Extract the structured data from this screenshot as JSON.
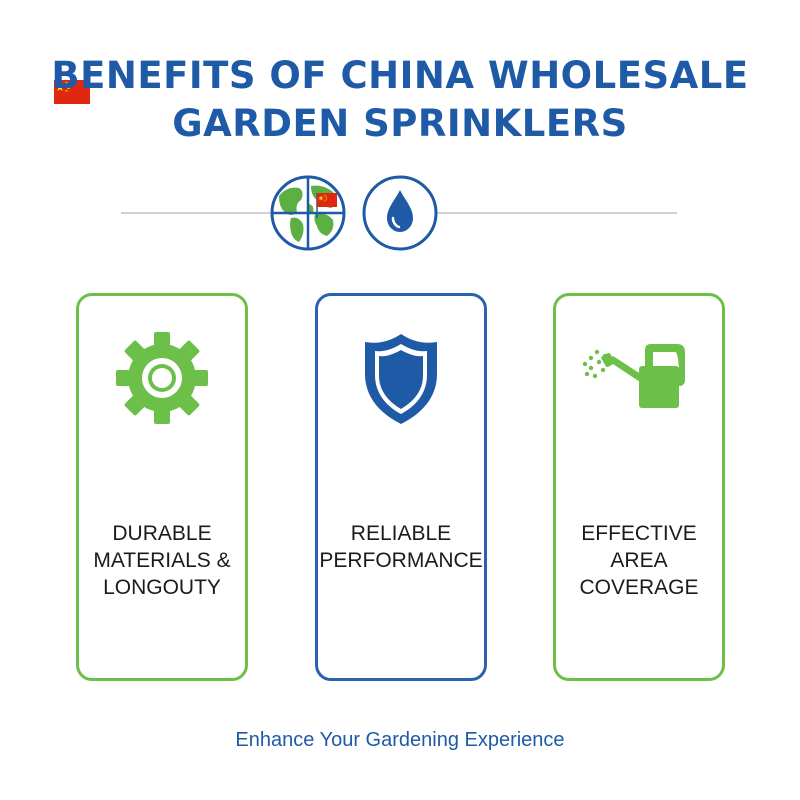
{
  "colors": {
    "brand_blue": "#1f5aa6",
    "accent_green": "#6cc04a",
    "flag_red": "#de2910",
    "flag_yellow": "#ffde00",
    "divider_gray": "#d2d2d2"
  },
  "header": {
    "flag_icon": "china-flag-icon",
    "title_line1": "BENEFITS OF CHINA WHOLESALE",
    "title_line2": "GARDEN SPRINKLERS"
  },
  "divider": {
    "icons": [
      "globe-with-china-flag-icon",
      "water-drop-icon"
    ]
  },
  "cards": [
    {
      "icon": "gear-icon",
      "label_lines": [
        "DURABLE",
        "MATERIALS &",
        "LONGOUTY"
      ]
    },
    {
      "icon": "shield-icon",
      "label_lines": [
        "RELIABLE",
        "PERFORMANCE"
      ]
    },
    {
      "icon": "watering-can-icon",
      "label_lines": [
        "EFFECTIVE",
        "AREA COVERAGE"
      ]
    }
  ],
  "footer": {
    "tagline": "Enhance Your Gardening Experience"
  }
}
